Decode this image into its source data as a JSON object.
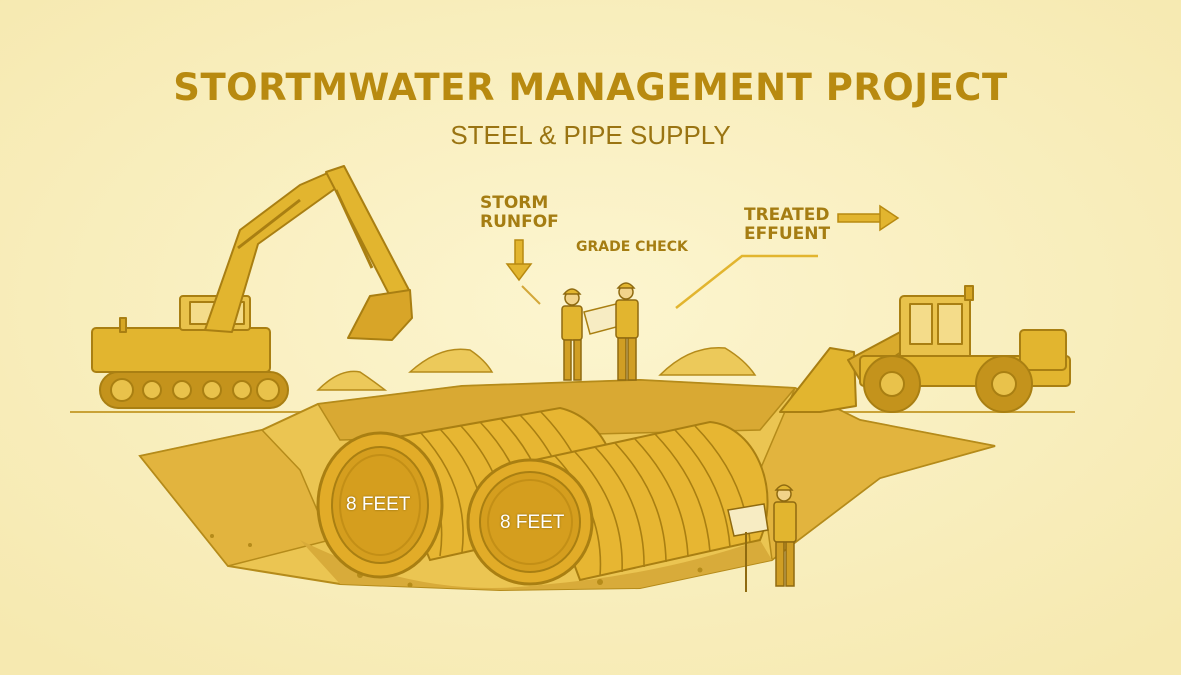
{
  "title": "STORTMWATER MANAGEMENT PROJECT",
  "subtitle": "STEEL & PIPE SUPPLY",
  "labels": {
    "storm_line1": "STORM",
    "storm_line2": "RUNFOF",
    "grade_check": "GRADE CHECK",
    "treated_line1": "TREATED",
    "treated_line2": "EFFUENT"
  },
  "pipes": {
    "left_label": "8 FEET",
    "right_label": "8 FEET"
  },
  "colors": {
    "background": "#fbf3c9",
    "accent": "#e2b52f",
    "outline": "#a97f12",
    "text": "#b88a10"
  },
  "icons": [
    "excavator-icon",
    "worker-icon",
    "wheel-loader-icon",
    "pipe-icon",
    "arrow-down-icon",
    "arrow-right-icon"
  ]
}
